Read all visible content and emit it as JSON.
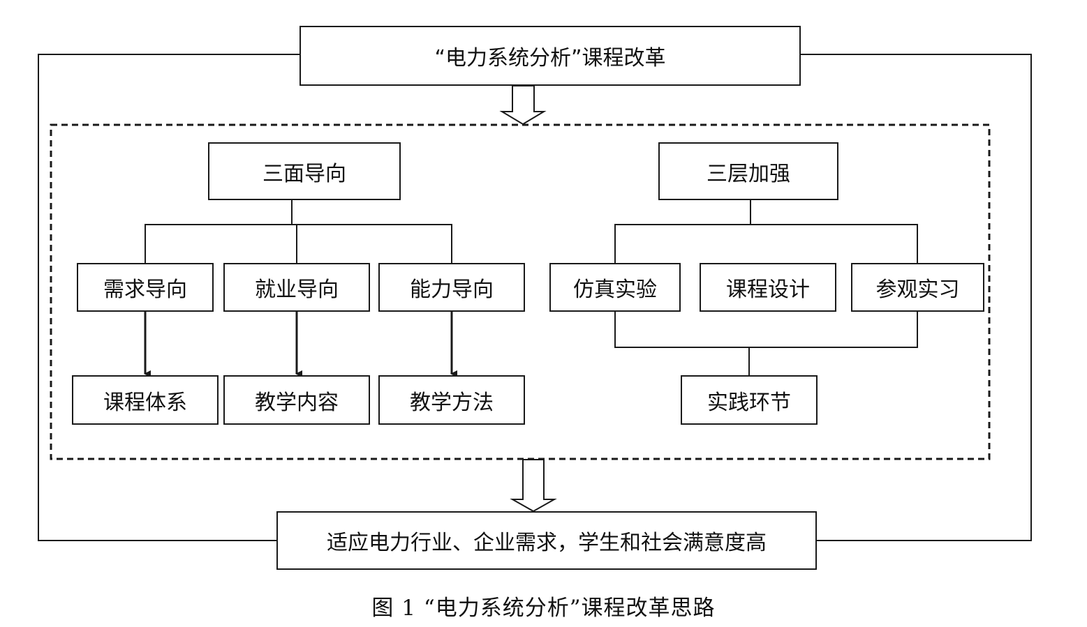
{
  "top_box": "“电力系统分析”课程改革",
  "bottom_box": "适应电力行业、企业需求，学生和社会满意度高",
  "left_group": {
    "header": "三面导向",
    "orientations": [
      "需求导向",
      "就业导向",
      "能力导向"
    ],
    "targets": [
      "课程体系",
      "教学内容",
      "教学方法"
    ]
  },
  "right_group": {
    "header": "三层加强",
    "items": [
      "仿真实验",
      "课程设计",
      "参观实习"
    ],
    "result": "实践环节"
  },
  "caption": "图 1 “电力系统分析”课程改革思路"
}
